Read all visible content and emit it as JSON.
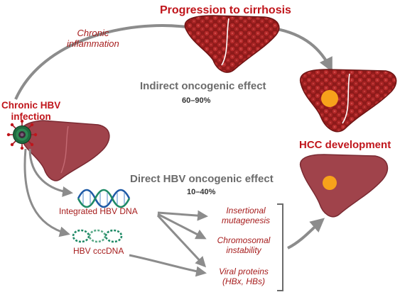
{
  "title": "Progression to cirrhosis",
  "chronic_inflammation": [
    "Chronic",
    "inflammation"
  ],
  "indirect": {
    "label": "Indirect oncogenic effect",
    "percent": "60–90%"
  },
  "chronic_hbv": [
    "Chronic HBV",
    "infection"
  ],
  "hcc_label": "HCC development",
  "direct": {
    "label": "Direct HBV oncogenic effect",
    "percent": "10–40%"
  },
  "integrated_dna": "Integrated HBV DNA",
  "cccdna": "HBV cccDNA",
  "outcomes": [
    {
      "lines": [
        "Insertional",
        "mutagenesis"
      ]
    },
    {
      "lines": [
        "Chromosomal",
        "instability"
      ]
    },
    {
      "lines": [
        "Viral proteins",
        "(HBx, HBs)"
      ]
    }
  ],
  "colors": {
    "liver": "#a0434b",
    "liver_cirrhotic": "#a01e1e",
    "tumor": "#f7a21b",
    "arrow": "#8c8c8c",
    "accent_red": "#c0151b"
  },
  "icons": [
    "hbv-virion-icon",
    "dna-helix-icon",
    "circular-dna-icon"
  ]
}
